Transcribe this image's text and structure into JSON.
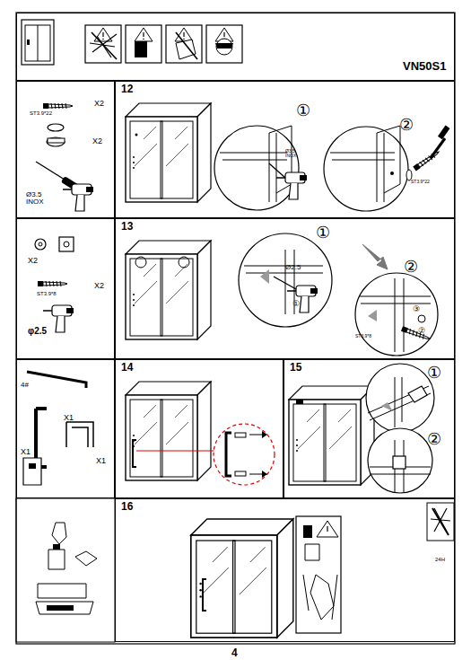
{
  "diagram": {
    "nodes": [
      {
        "text": [
          "VN50S1"
        ]
      },
      {
        "text": [
          "ST3.9*22",
          "X2",
          "X2",
          "Ø3.5 INOX"
        ]
      },
      {
        "text": [
          "12"
        ]
      },
      {
        "text": [
          "X2",
          "ST3.9*8",
          "X2",
          "φ2.5"
        ]
      },
      {
        "text": [
          "13"
        ]
      },
      {
        "text": [
          "4#",
          "X1",
          "X1",
          "X1"
        ]
      },
      {
        "text": [
          "14"
        ]
      },
      {
        "text": [
          "15"
        ]
      },
      {
        "text": [
          "16"
        ]
      }
    ],
    "labels": [
      "①",
      "Ø3.5 INOX",
      "②",
      "ST3.9*22",
      "①",
      "Ø2.5",
      "①",
      "②",
      "③",
      "②",
      "ST3.9*8",
      "①",
      "②",
      "24H",
      "4"
    ]
  }
}
